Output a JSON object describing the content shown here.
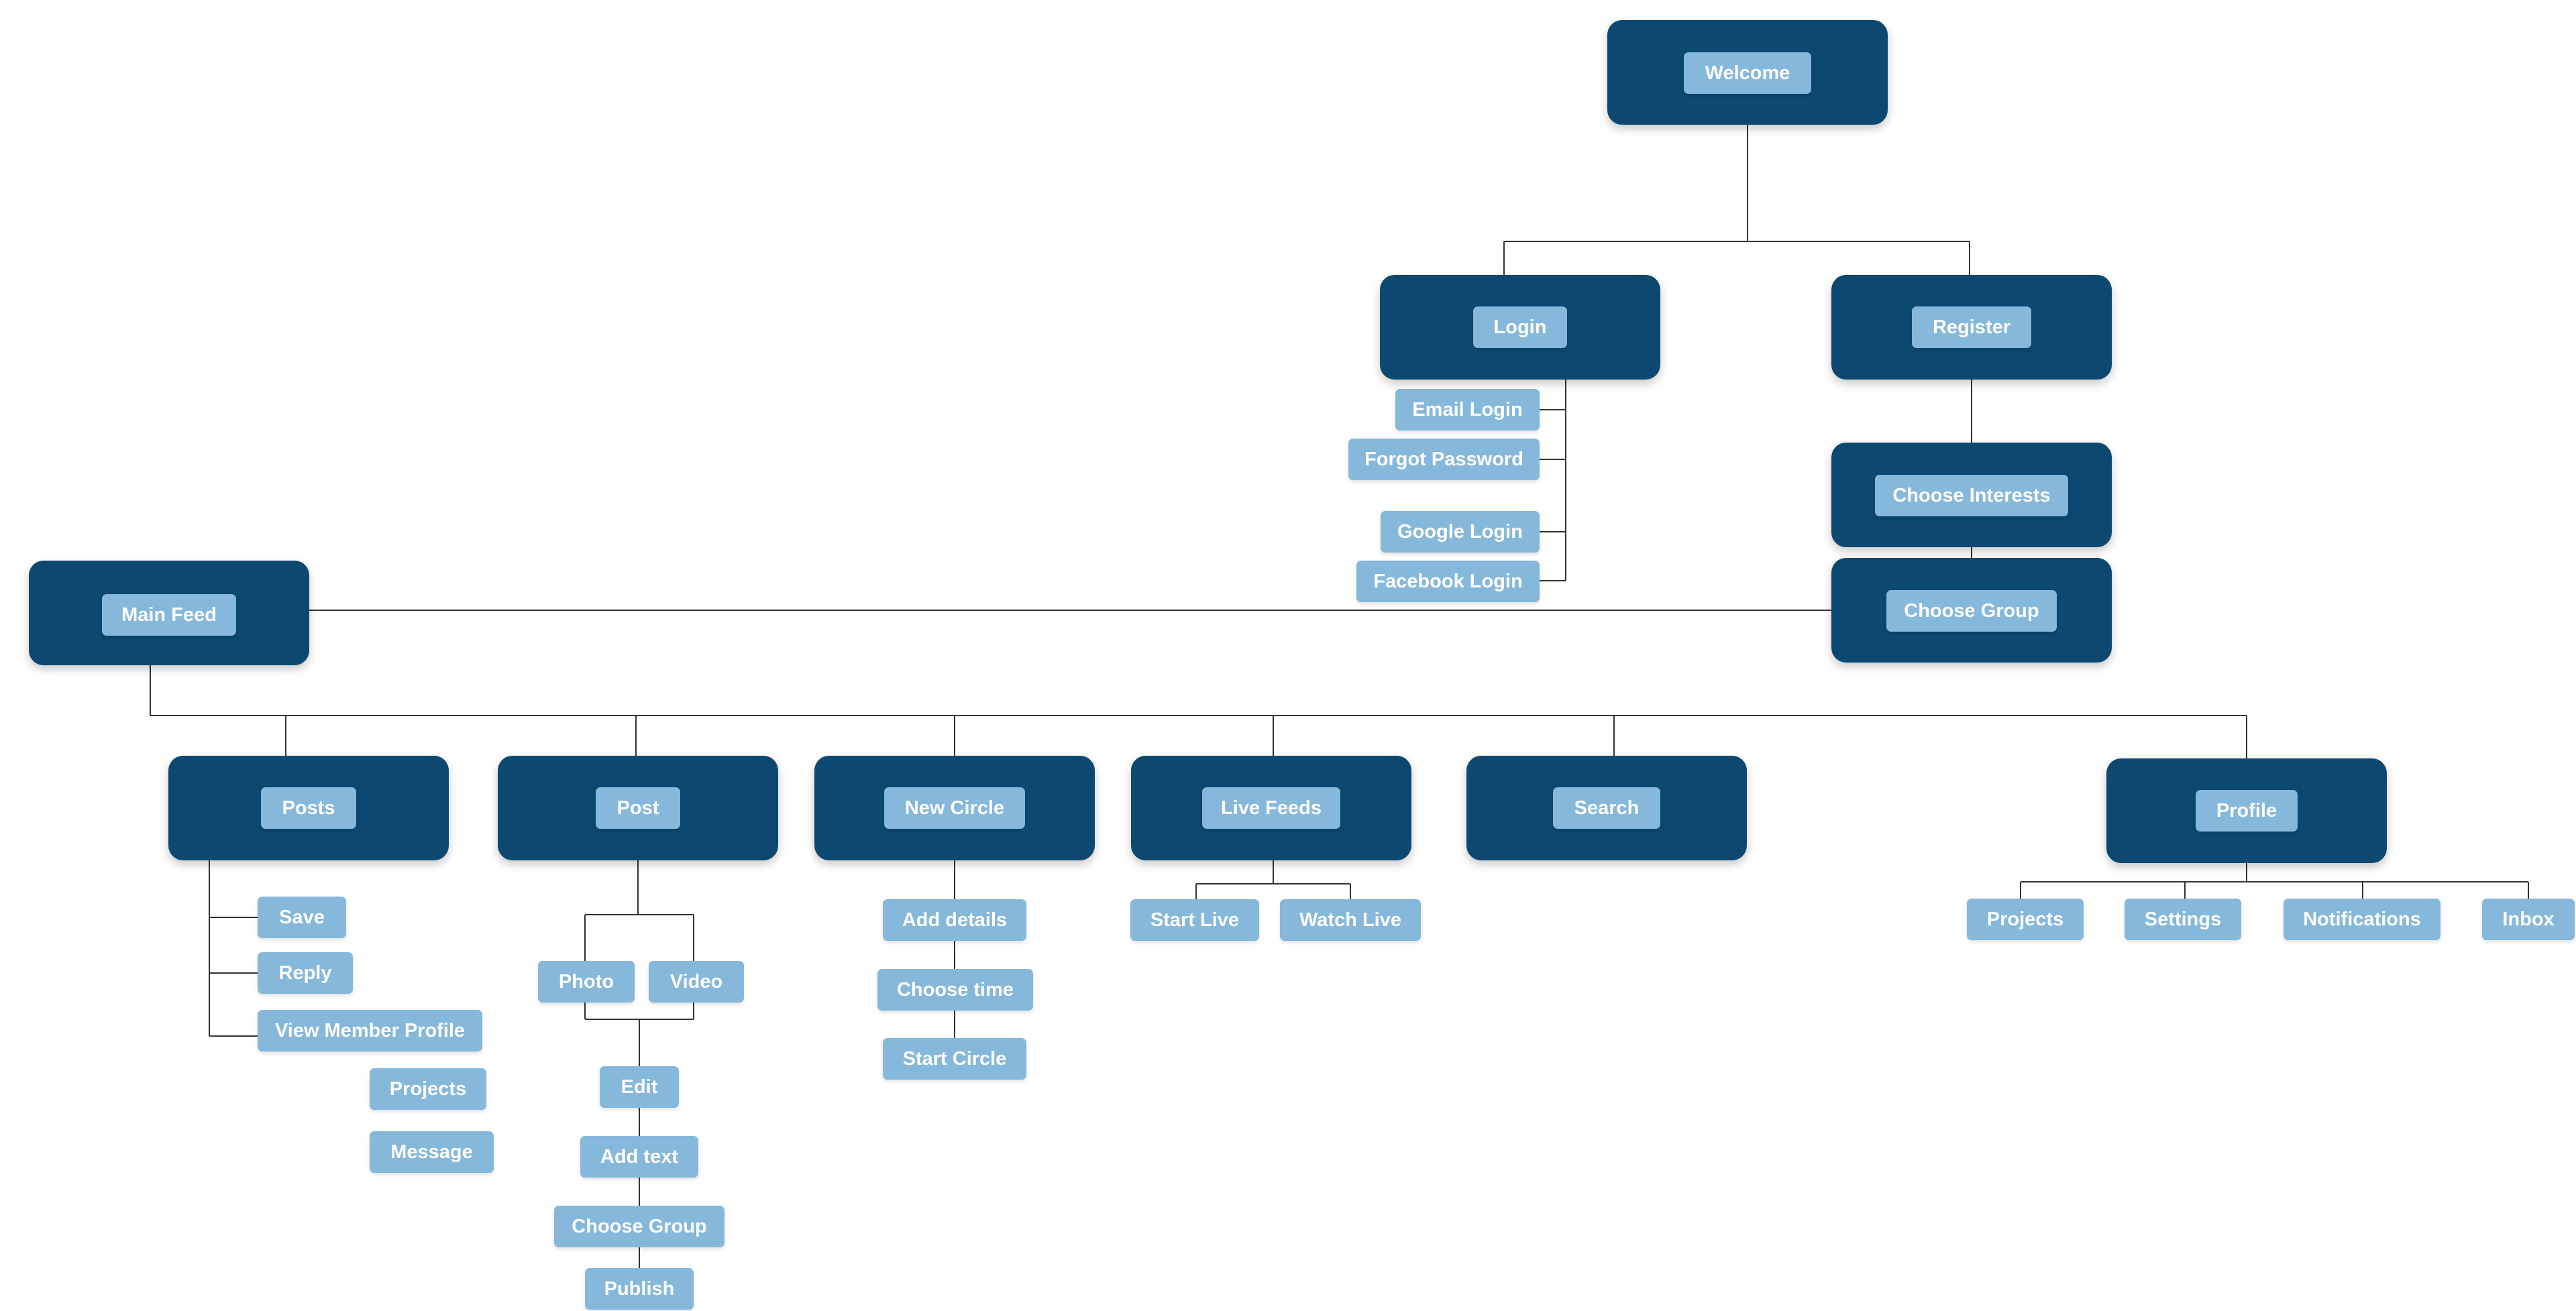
{
  "colors": {
    "container": "#0c4870",
    "chip": "#85b8db",
    "chip_text": "#ffffff",
    "connector": "#333333"
  },
  "nodes": {
    "welcome": "Welcome",
    "login": "Login",
    "register": "Register",
    "email_login": "Email Login",
    "forgot_password": "Forgot Password",
    "google_login": "Google Login",
    "facebook_login": "Facebook Login",
    "choose_interests": "Choose Interests",
    "choose_group_register": "Choose Group",
    "main_feed": "Main Feed",
    "posts": "Posts",
    "post": "Post",
    "new_circle": "New Circle",
    "live_feeds": "Live Feeds",
    "search": "Search",
    "profile": "Profile",
    "save": "Save",
    "reply": "Reply",
    "view_member_profile": "View Member Profile",
    "member_projects": "Projects",
    "message": "Message",
    "photo": "Photo",
    "video": "Video",
    "edit": "Edit",
    "add_text": "Add text",
    "choose_group_post": "Choose Group",
    "publish": "Publish",
    "add_details": "Add details",
    "choose_time": "Choose time",
    "start_circle": "Start Circle",
    "start_live": "Start Live",
    "watch_live": "Watch Live",
    "profile_projects": "Projects",
    "settings": "Settings",
    "notifications": "Notifications",
    "inbox": "Inbox"
  }
}
